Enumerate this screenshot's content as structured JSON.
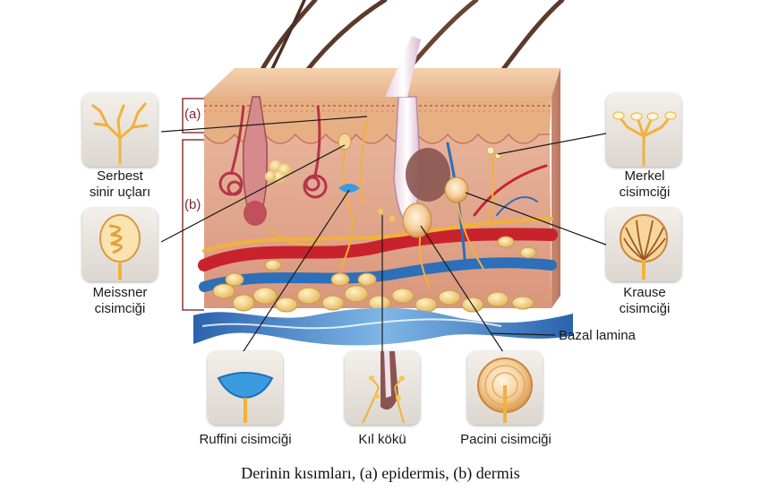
{
  "labels": {
    "free_nerve_endings": [
      "Serbest",
      "sinir uçları"
    ],
    "meissner": [
      "Meissner",
      "cisimciği"
    ],
    "merkel": [
      "Merkel",
      "cisimciği"
    ],
    "krause": [
      "Krause",
      "cisimciği"
    ],
    "basal_lamina": "Bazal lamina",
    "ruffini": "Ruffini cisimciği",
    "hair_root": "Kıl kökü",
    "pacini": "Pacini cisimciği"
  },
  "layers": {
    "epidermis_tag": "(a)",
    "dermis_tag": "(b)"
  },
  "caption": "Derinin kısımları, (a) epidermis, (b) dermis",
  "colors": {
    "epidermis": "#e9b88e",
    "dermis": "#e3a58b",
    "nerve": "#f0b23c",
    "artery": "#c8232c",
    "vein": "#2d6fb8",
    "fat": "#f2cf7d",
    "basal_lamina": "#2d6fb8",
    "ruffini_blue": "#3b9be0",
    "bracket": "#8a3a36"
  }
}
